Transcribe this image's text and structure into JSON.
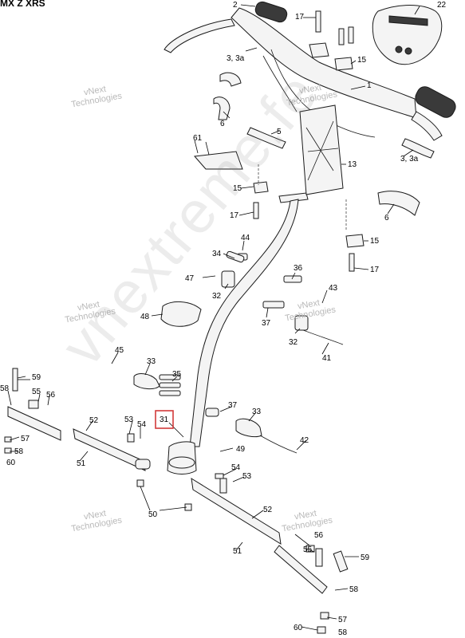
{
  "header": {
    "title": "MX Z XRS"
  },
  "watermark": {
    "line1": "vNext",
    "line2": "Technologies",
    "big": "vnextreme.fe"
  },
  "highlighted_callout": "31",
  "colors": {
    "highlight": "#d23a3a",
    "line": "#1a1a1a"
  },
  "callouts": {
    "c1": "1",
    "c2": "2",
    "c3a": "3, 3a",
    "c3b": "3, 3a",
    "c5": "5",
    "c6a": "6",
    "c6b": "6",
    "c13": "13",
    "c15a": "15",
    "c15b": "15",
    "c15c": "15",
    "c17a": "17",
    "c17b": "17",
    "c17c": "17",
    "c22": "22",
    "c31": "31",
    "c32a": "32",
    "c32b": "32",
    "c33a": "33",
    "c33b": "33",
    "c34": "34",
    "c35": "35",
    "c36": "36",
    "c37a": "37",
    "c37b": "37",
    "c41": "41",
    "c42": "42",
    "c43": "43",
    "c44": "44",
    "c45": "45",
    "c47": "47",
    "c48": "48",
    "c49": "49",
    "c50": "50",
    "c51a": "51",
    "c51b": "51",
    "c52a": "52",
    "c52b": "52",
    "c53a": "53",
    "c53b": "53",
    "c54a": "54",
    "c54b": "54",
    "c55a": "55",
    "c55b": "55",
    "c56a": "56",
    "c56b": "56",
    "c57a": "57",
    "c57b": "57",
    "c58a": "58",
    "c58b": "58",
    "c58c": "58",
    "c58d": "58",
    "c59a": "59",
    "c59b": "59",
    "c60a": "60",
    "c60b": "60",
    "c61": "61"
  }
}
